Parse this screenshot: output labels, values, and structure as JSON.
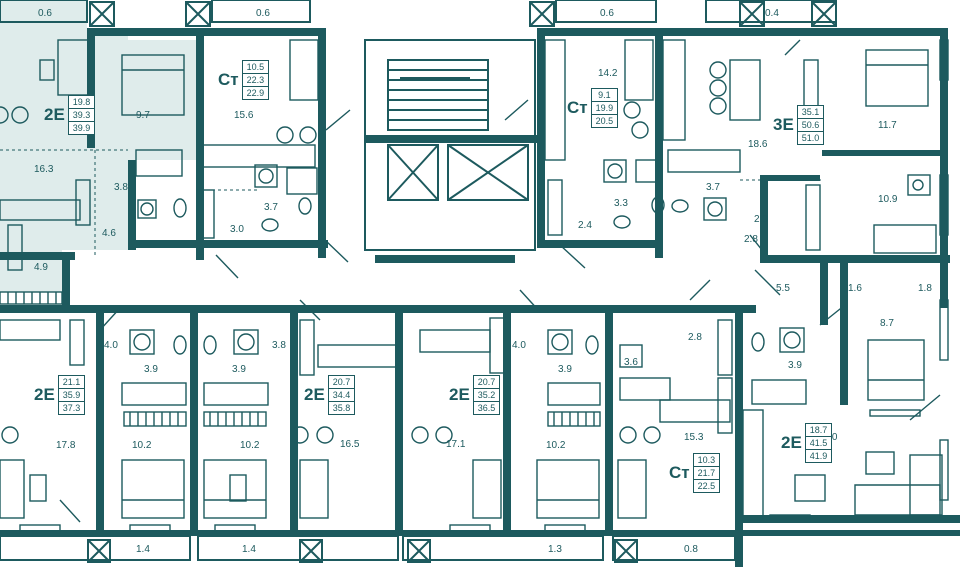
{
  "apartments": [
    {
      "id": "a1",
      "type": "2Е",
      "areas": [
        "19.8",
        "39.3",
        "39.9"
      ]
    },
    {
      "id": "a2",
      "type": "Ст",
      "areas": [
        "10.5",
        "22.3",
        "22.9"
      ]
    },
    {
      "id": "a3",
      "type": "Ст",
      "areas": [
        "9.1",
        "19.9",
        "20.5"
      ]
    },
    {
      "id": "a4",
      "type": "3Е",
      "areas": [
        "35.1",
        "50.6",
        "51.0"
      ]
    },
    {
      "id": "a5",
      "type": "2Е",
      "areas": [
        "21.1",
        "35.9",
        "37.3"
      ]
    },
    {
      "id": "a6",
      "type": "2Е",
      "areas": [
        "20.7",
        "34.4",
        "35.8"
      ]
    },
    {
      "id": "a7",
      "type": "2Е",
      "areas": [
        "20.7",
        "35.2",
        "36.5"
      ]
    },
    {
      "id": "a8",
      "type": "Ст",
      "areas": [
        "10.3",
        "21.7",
        "22.5"
      ]
    },
    {
      "id": "a9",
      "type": "2Е",
      "areas": [
        "18.7",
        "41.5",
        "41.9"
      ]
    }
  ],
  "room_labels": [
    "0.6",
    "0.6",
    "0.6",
    "0.4",
    "9.7",
    "16.3",
    "3.8",
    "4.6",
    "4.9",
    "15.6",
    "3.7",
    "3.0",
    "14.2",
    "3.3",
    "2.4",
    "18.6",
    "11.7",
    "3.7",
    "2.9",
    "2.8",
    "10.9",
    "5.5",
    "1.6",
    "1.8",
    "8.7",
    "4.0",
    "3.9",
    "3.9",
    "3.8",
    "10.2",
    "10.2",
    "17.8",
    "16.5",
    "17.1",
    "4.0",
    "3.9",
    "10.2",
    "2.8",
    "3.6",
    "15.3",
    "3.9",
    "20.0",
    "1.4",
    "1.4",
    "1.3",
    "0.8"
  ]
}
